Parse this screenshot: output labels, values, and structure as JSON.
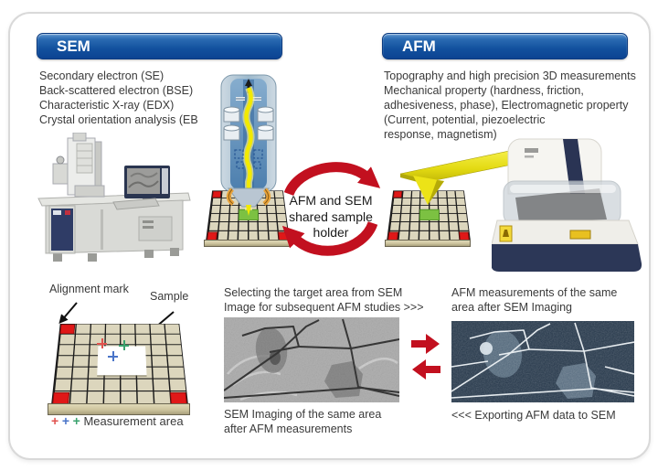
{
  "colors": {
    "header_blue": "#12519e",
    "header_blue_light": "#5f96ce",
    "text": "#3a3a3a",
    "arrow_red": "#c2101f",
    "grid_tan": "#dcd6bd",
    "alignment_mark_red": "#e01818",
    "target_green": "#7cc142",
    "beam_yellow": "#f2ea00",
    "afm_navy": "#2c3757",
    "cross_red": "#e0524e",
    "cross_blue": "#4a74c8",
    "cross_green": "#3aa26e",
    "sem_image_gray": "#b2b2b2",
    "afm_image_dark": "#223447"
  },
  "sem": {
    "header": "SEM",
    "features": [
      "Secondary electron (SE)",
      "Back-scattered electron (BSE)",
      "Characteristic X-ray (EDX)",
      "Crystal orientation analysis (EB"
    ]
  },
  "afm": {
    "header": "AFM",
    "features": [
      "Topography and high precision 3D measurements",
      "Mechanical property (hardness, friction,",
      "adhesiveness, phase), Electromagnetic property",
      "(Current, potential, piezoelectric",
      "response, magnetism)"
    ]
  },
  "center": {
    "lines": [
      "AFM and SEM",
      "shared sample",
      "holder"
    ]
  },
  "bottom_left": {
    "alignment_label": "Alignment mark",
    "sample_label": "Sample",
    "legend": {
      "marks": [
        "+",
        "+",
        "+"
      ],
      "label": "Measurement area"
    }
  },
  "bottom_middle": {
    "caption_top": [
      "Selecting the target area from SEM",
      "Image for subsequent AFM studies >>>"
    ],
    "caption_bottom": [
      "SEM Imaging of the same area",
      "after AFM measurements"
    ]
  },
  "bottom_right": {
    "caption_top": [
      "AFM measurements of the same",
      "area after SEM Imaging"
    ],
    "caption_bottom": "<<< Exporting AFM data to SEM"
  }
}
